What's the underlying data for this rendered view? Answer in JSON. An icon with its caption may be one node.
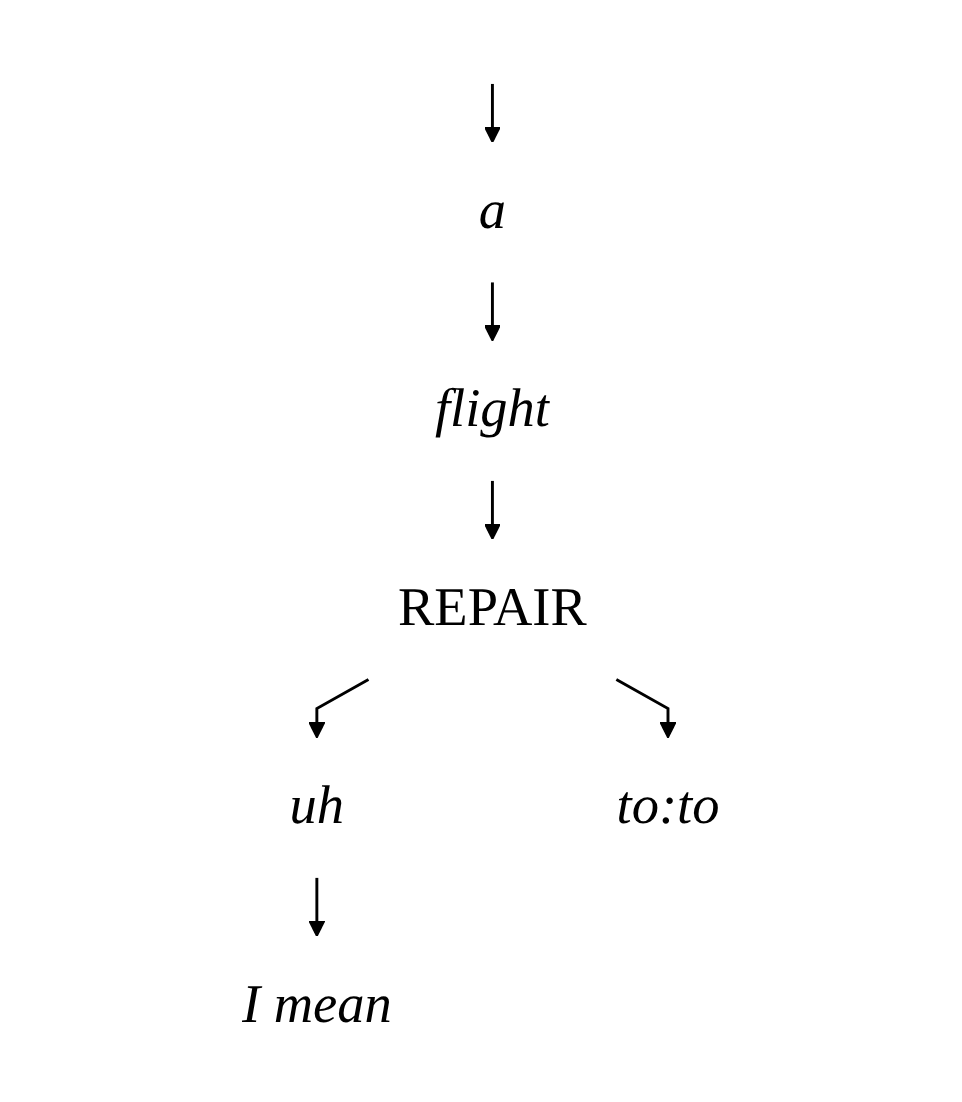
{
  "diagram": {
    "nodes": [
      {
        "text": [
          "a"
        ]
      },
      {
        "text": [
          "flight"
        ]
      },
      {
        "text": [
          "REPAIR"
        ]
      },
      {
        "text": [
          "uh"
        ]
      },
      {
        "text": [
          "to:to"
        ]
      },
      {
        "text": [
          "I mean"
        ]
      }
    ],
    "edges": [
      {
        "from": null,
        "to": 0,
        "arrow": "to"
      },
      {
        "from": 0,
        "to": 1,
        "arrow": "to"
      },
      {
        "from": 1,
        "to": 2,
        "arrow": "to"
      },
      {
        "from": 2,
        "to": 3,
        "arrow": "to"
      },
      {
        "from": 2,
        "to": 4,
        "arrow": "to"
      },
      {
        "from": 3,
        "to": 5,
        "arrow": "to"
      }
    ]
  }
}
